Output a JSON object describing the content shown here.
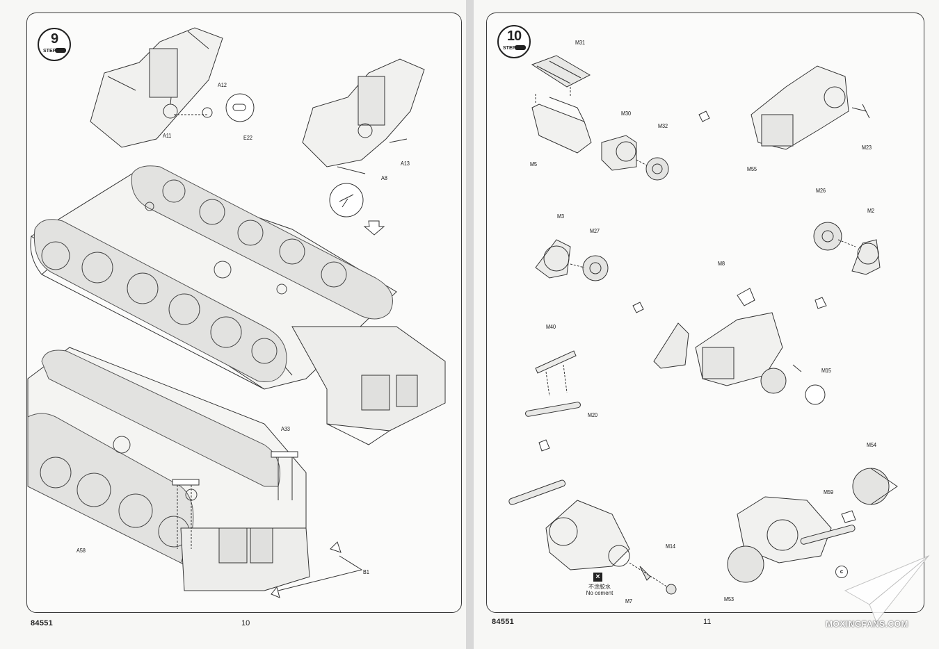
{
  "left_page": {
    "step_number": "9",
    "step_word": "STEP",
    "kit_number": "84551",
    "page_number": "10",
    "labels": [
      "A12",
      "A11",
      "E22",
      "A13",
      "A8",
      "A33",
      "A58",
      "B1"
    ]
  },
  "right_page": {
    "step_number": "10",
    "step_word": "STEP",
    "kit_number": "84551",
    "page_number": "11",
    "labels": [
      "M31",
      "M30",
      "M32",
      "M5",
      "M23",
      "M55",
      "M3",
      "M27",
      "M26",
      "M2",
      "M8",
      "M40",
      "M15",
      "M20",
      "M54",
      "M59",
      "M14",
      "M7",
      "M53"
    ],
    "no_cement_cn": "不涂胶水",
    "no_cement_en": "No cement",
    "copyright_mark": "c"
  },
  "watermark": "MOXINGFANS.COM",
  "colors": {
    "ink": "#222222",
    "paper": "#f7f7f5",
    "frame": "#3a3a3a"
  }
}
